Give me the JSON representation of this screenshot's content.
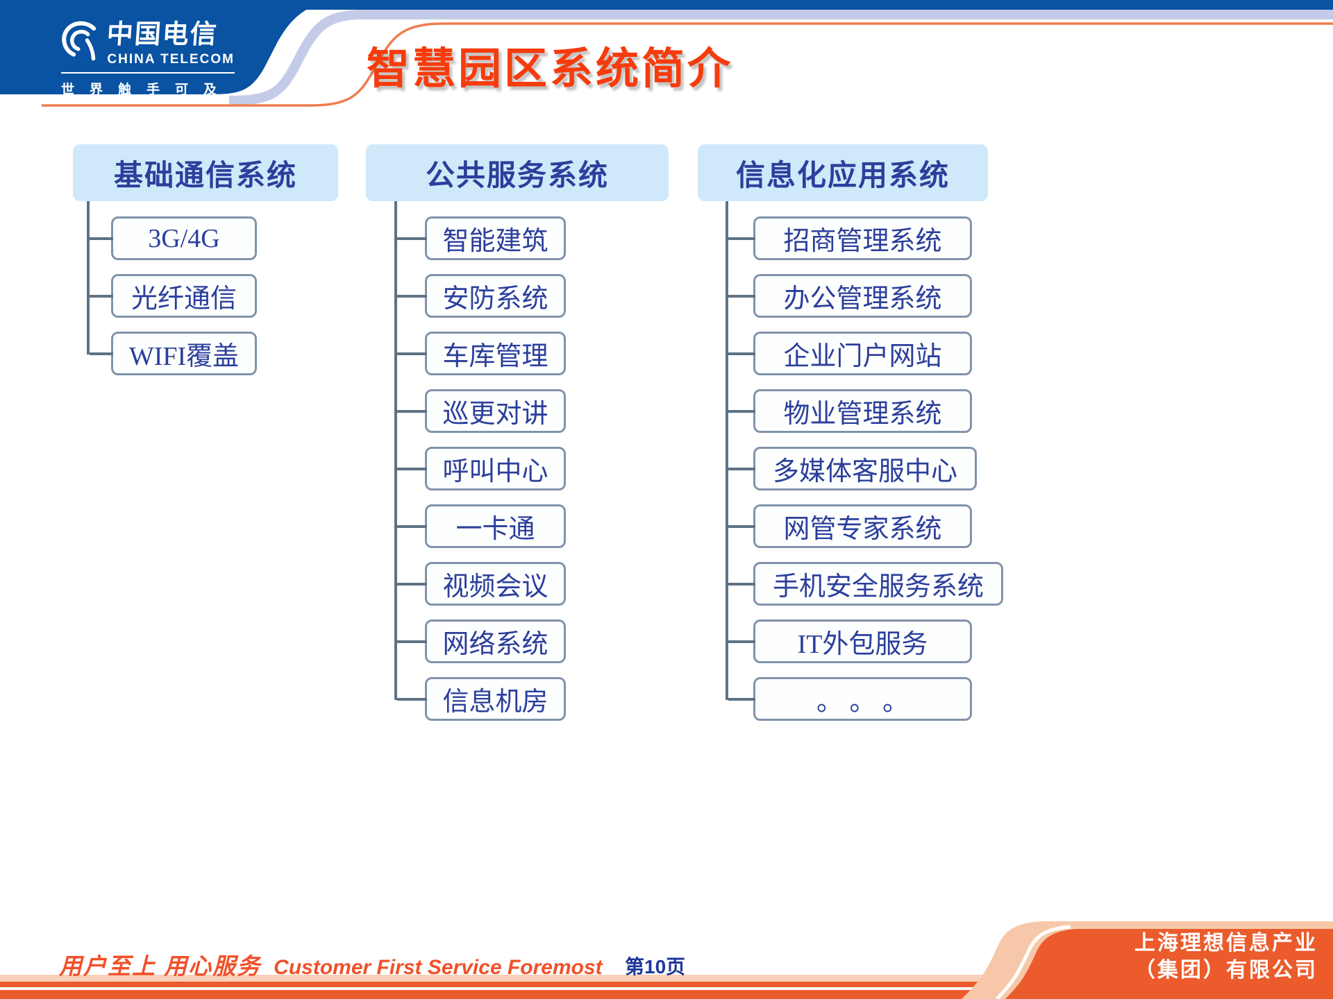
{
  "header": {
    "title": "智慧园区系统简介",
    "logo": {
      "brand_cn": "中国电信",
      "brand_en": "CHINA TELECOM",
      "tagline": "世界触手可及"
    }
  },
  "diagram": {
    "columns": [
      {
        "header": "基础通信系统",
        "items": [
          "3G/4G",
          "光纤通信",
          "WIFI覆盖"
        ]
      },
      {
        "header": "公共服务系统",
        "items": [
          "智能建筑",
          "安防系统",
          "车库管理",
          "巡更对讲",
          "呼叫中心",
          "一卡通",
          "视频会议",
          "网络系统",
          "信息机房"
        ]
      },
      {
        "header": "信息化应用系统",
        "items": [
          "招商管理系统",
          "办公管理系统",
          "企业门户网站",
          "物业管理系统",
          "多媒体客服中心",
          "网管专家系统",
          "手机安全服务系统",
          "IT外包服务",
          "。 。 。"
        ]
      }
    ]
  },
  "footer": {
    "slogan_cn": "用户至上 用心服务",
    "slogan_en": "Customer First Service Foremost",
    "page_label": "第10页",
    "company_line1": "上海理想信息产业",
    "company_line2": "（集团）有限公司"
  },
  "colors": {
    "brand_blue": "#0a52a2",
    "periwinkle_band": "#c3cbe8",
    "accent_orange": "#eb5b2c",
    "curve_orange": "#ef7c4e",
    "title_red": "#f63b0c",
    "panel_light_blue": "#cfe9fb",
    "node_text_blue": "#2b3f9b",
    "tree_line_gray": "#5f7284",
    "stripe_peach": "#f8d0ba"
  }
}
